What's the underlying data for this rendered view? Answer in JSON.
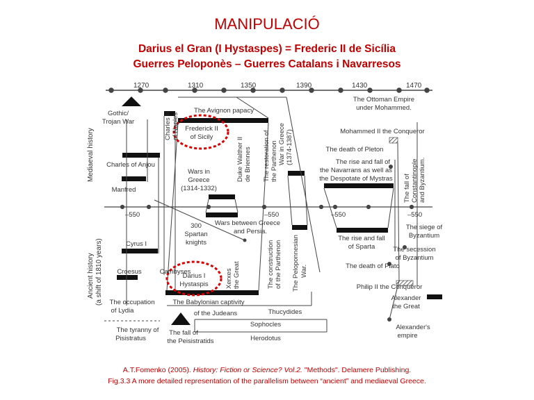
{
  "title": "MANIPULACIÓ",
  "subtitle1": "Darius el Gran (I Hystaspes) = Frederic II de Sicília",
  "subtitle2": "Guerres Peloponès – Guerres Catalans i Navarresos",
  "caption": {
    "line1_prefix": "A.T.Fomenko (2005). ",
    "line1_italic": "History: Fiction or Science?  Vol.2.",
    "line1_suffix": " \"Methods\". Delamere Publishing.",
    "line2": "Fig.3.3 A more detailed representation of the parallelism between “ancient” and mediaeval Greece."
  },
  "diagram": {
    "top_years": [
      "1270",
      "1310",
      "1350",
      "1390",
      "1430",
      "1470"
    ],
    "mid_years": [
      "–550",
      "–550",
      "–550",
      "–550"
    ],
    "axis_labels": {
      "medieval": "Mediaeval history",
      "ancient_1": "Ancient history",
      "ancient_2": "(a shift of 1810 years)"
    },
    "medieval_labels": {
      "gothic": [
        "Gothic/",
        "Trojan War"
      ],
      "charles_naples": [
        "Charles II",
        "of Naples"
      ],
      "avignon": "The Avignon papacy",
      "frederick": [
        "Frederick II",
        "of Sicily"
      ],
      "duke_walther": [
        "Duke Walther II",
        "de Briennes"
      ],
      "restoration": [
        "The restoration of",
        "the Parthenon"
      ],
      "war_greece": [
        "War in Greece",
        "(1374-1387)"
      ],
      "ottoman": [
        "The Ottoman Empire",
        "under Mohammed."
      ],
      "mohammed": "Mohammed II the Conqueror",
      "pleton": "The death of Pleton",
      "navarrans": [
        "The rise and fall of",
        "the Navarrans as well as",
        "the Despotate of Mystras"
      ],
      "fall_const": [
        "The fall of",
        "Constantinople",
        "and Byzantium."
      ],
      "charles_anjou": "Charles of Anjou",
      "wars_greece": [
        "Wars in",
        "Greece",
        "(1314-1332)"
      ],
      "manfred": "Manfred"
    },
    "ancient_labels": {
      "spartan": [
        "300",
        "Spartan",
        "knights"
      ],
      "wars_persia": [
        "Wars between Greece",
        "and Persia."
      ],
      "sparta": [
        "The rise and fall",
        "of Sparta"
      ],
      "siege": [
        "The siege of",
        "Byzantium"
      ],
      "secession": [
        "The secession",
        "of Byzantium"
      ],
      "plato": "The death of Plato",
      "philip": "Philip II the Conqueror",
      "alexander_great": [
        "Alexander",
        "the Great"
      ],
      "alexander_empire": [
        "Alexander's",
        "empire"
      ],
      "cyrus": "Cyrus I",
      "croesus": "Croesus",
      "cambyses": "Cambyses",
      "darius": [
        "Darius I",
        "Hystaspis"
      ],
      "xerxes": [
        "Xerxes",
        "the Great"
      ],
      "construction": [
        "The construction",
        "of the Parthenon"
      ],
      "peloponnesian": [
        "The Peloponnesian",
        "War."
      ],
      "occupation": [
        "The occupation",
        "of Lydia"
      ],
      "babylonian": "The Babylonian captivity",
      "judeans": "of the Judeans",
      "thucydides": "Thucydides",
      "sophocles": "Sophocles",
      "herodotus": "Herodotus",
      "tyranny": [
        "The tyranny of",
        "Pisistratus"
      ],
      "peisistratids": [
        "The fall of",
        "the Peisistratids"
      ]
    }
  }
}
